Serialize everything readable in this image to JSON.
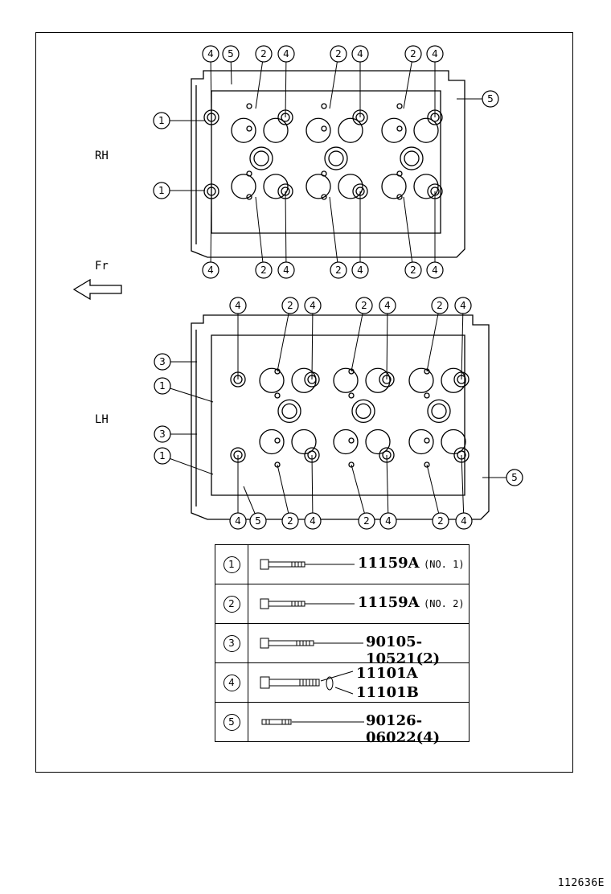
{
  "labels": {
    "rh": "RH",
    "lh": "LH",
    "front": "Fr"
  },
  "diagram_code": "112636E",
  "callouts": {
    "c1": "1",
    "c2": "2",
    "c3": "3",
    "c4": "4",
    "c5": "5"
  },
  "legend": [
    {
      "num": "1",
      "part": "11159A",
      "note": "(NO. 1)"
    },
    {
      "num": "2",
      "part": "11159A",
      "note": "(NO. 2)"
    },
    {
      "num": "3",
      "part": "90105-10521(2)",
      "note": ""
    },
    {
      "num": "4",
      "part": "11101A",
      "part2": "11101B",
      "note": ""
    },
    {
      "num": "5",
      "part": "90126-06022(4)",
      "note": ""
    }
  ],
  "icons": [
    "hex-bolt-icon",
    "washer-icon",
    "stud-bolt-icon",
    "front-arrow-icon"
  ]
}
